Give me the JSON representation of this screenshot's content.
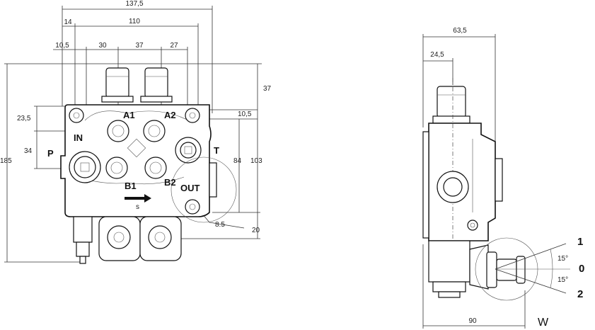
{
  "front_view": {
    "dimensions": {
      "d137_5": "137,5",
      "d14": "14",
      "d110": "110",
      "d10_5_top": "10,5",
      "d30": "30",
      "d37_top": "37",
      "d27": "27",
      "d37_right": "37",
      "d10_5_right": "10,5",
      "d23_5": "23,5",
      "d34": "34",
      "d185": "185",
      "d84": "84",
      "d103": "103",
      "d20": "20",
      "d8_5": "8.5"
    },
    "ports": {
      "a1": "A1",
      "a2": "A2",
      "in": "IN",
      "p": "P",
      "t": "T",
      "b1": "B1",
      "b2": "B2",
      "out": "OUT",
      "s": "s"
    }
  },
  "side_view": {
    "dimensions": {
      "d63_5": "63,5",
      "d24_5": "24,5",
      "d90": "90"
    },
    "angles": {
      "upper": "15°",
      "lower": "15°"
    },
    "positions": {
      "p1": "1",
      "p0": "0",
      "p2": "2"
    },
    "view_label": "W"
  }
}
